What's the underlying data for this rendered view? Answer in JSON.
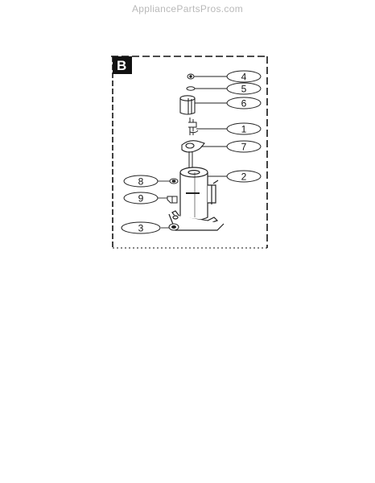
{
  "watermark": "AppliancePartsPros.com",
  "diagram": {
    "section_letter": "B",
    "callouts": [
      {
        "label": "4"
      },
      {
        "label": "5"
      },
      {
        "label": "6"
      },
      {
        "label": "1"
      },
      {
        "label": "7"
      },
      {
        "label": "2"
      },
      {
        "label": "8"
      },
      {
        "label": "9"
      },
      {
        "label": "3"
      }
    ]
  }
}
